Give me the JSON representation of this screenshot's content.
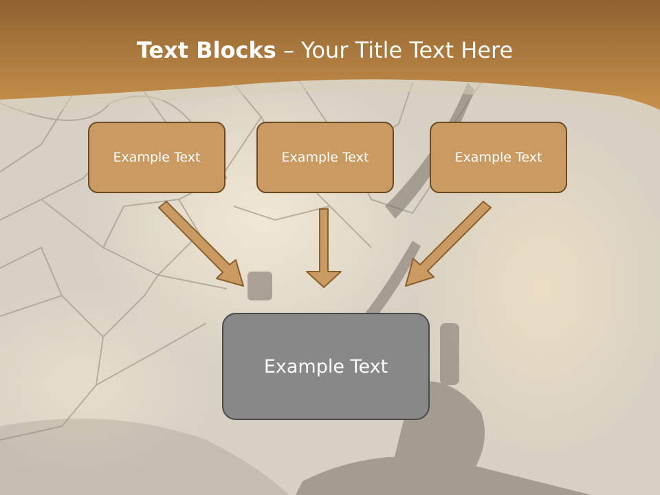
{
  "title": {
    "bold": "Text Blocks",
    "dash": " – ",
    "rest": "Your Title Text Here"
  },
  "boxes": {
    "top": [
      "Example Text",
      "Example Text",
      "Example Text"
    ],
    "main": "Example Text"
  },
  "colors": {
    "header_brown": "#b07c3e",
    "box_fill": "#c99a62",
    "box_border": "#6b4a22",
    "main_fill": "#888888",
    "main_border": "#4a4a4a",
    "arrow_fill": "#c99a62",
    "arrow_stroke": "#8a5f2c"
  }
}
